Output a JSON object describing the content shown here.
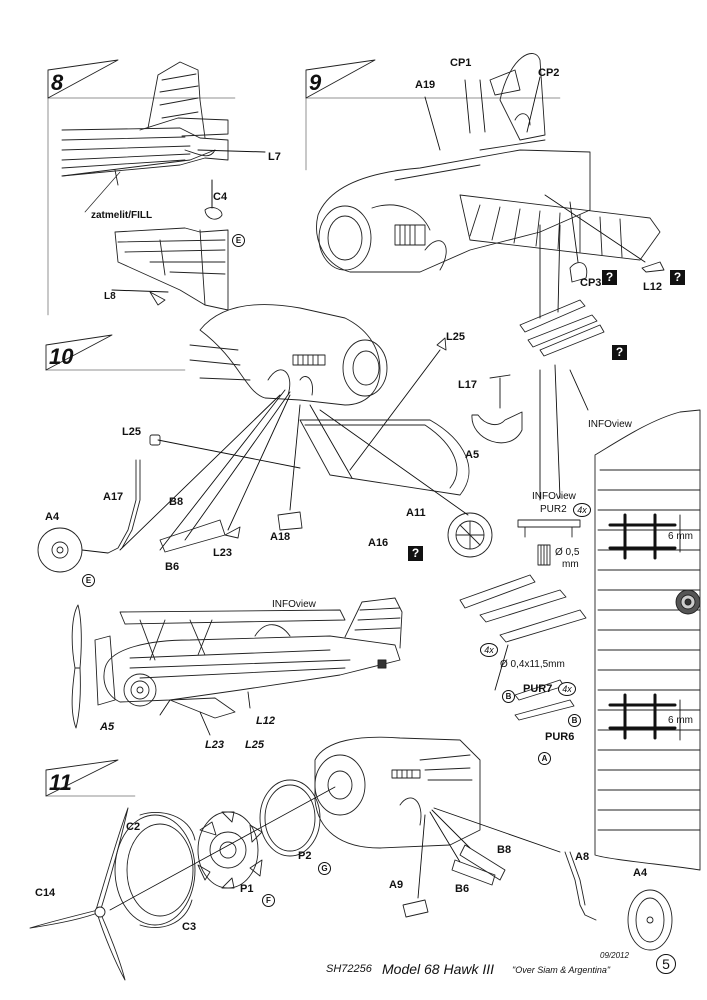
{
  "steps": [
    "8",
    "9",
    "10",
    "11"
  ],
  "labels": {
    "L7": "L7",
    "C4": "C4",
    "fill": "zatmelit/FILL",
    "L8": "L8",
    "CP1": "CP1",
    "CP2": "CP2",
    "A19": "A19",
    "CP3": "CP3",
    "L12": "L12",
    "L25": "L25",
    "L17": "L17",
    "A5": "A5",
    "A17": "A17",
    "B8": "B8",
    "A4": "A4",
    "B6": "B6",
    "L23": "L23",
    "A18": "A18",
    "A11": "A11",
    "A16": "A16",
    "PUR2": "PUR2",
    "PUR7": "PUR7",
    "PUR6": "PUR6",
    "side_A5": "A5",
    "side_L12": "L12",
    "side_L23": "L23",
    "side_L25": "L25",
    "C2": "C2",
    "C14": "C14",
    "C3": "C3",
    "P2": "P2",
    "P1": "P1",
    "A9": "A9",
    "B6b": "B6",
    "B8b": "B8",
    "A8": "A8",
    "A4b": "A4"
  },
  "infoview": [
    "INFOview",
    "INFOview",
    "INFOview"
  ],
  "query_mark": "?",
  "paint_codes": {
    "E": "E",
    "A": "A",
    "B": "B",
    "G": "G",
    "F": "F"
  },
  "quantities": {
    "four": "4x"
  },
  "dims": {
    "hole": "Ø 0,5",
    "hole_unit": "mm",
    "rod": "Ø 0,4x11,5mm",
    "spacing": "6 mm"
  },
  "footer": {
    "code": "SH72256",
    "model": "Model 68 Hawk III",
    "subtitle": "\"Over Siam & Argentina\"",
    "date": "09/2012",
    "page": "5"
  }
}
